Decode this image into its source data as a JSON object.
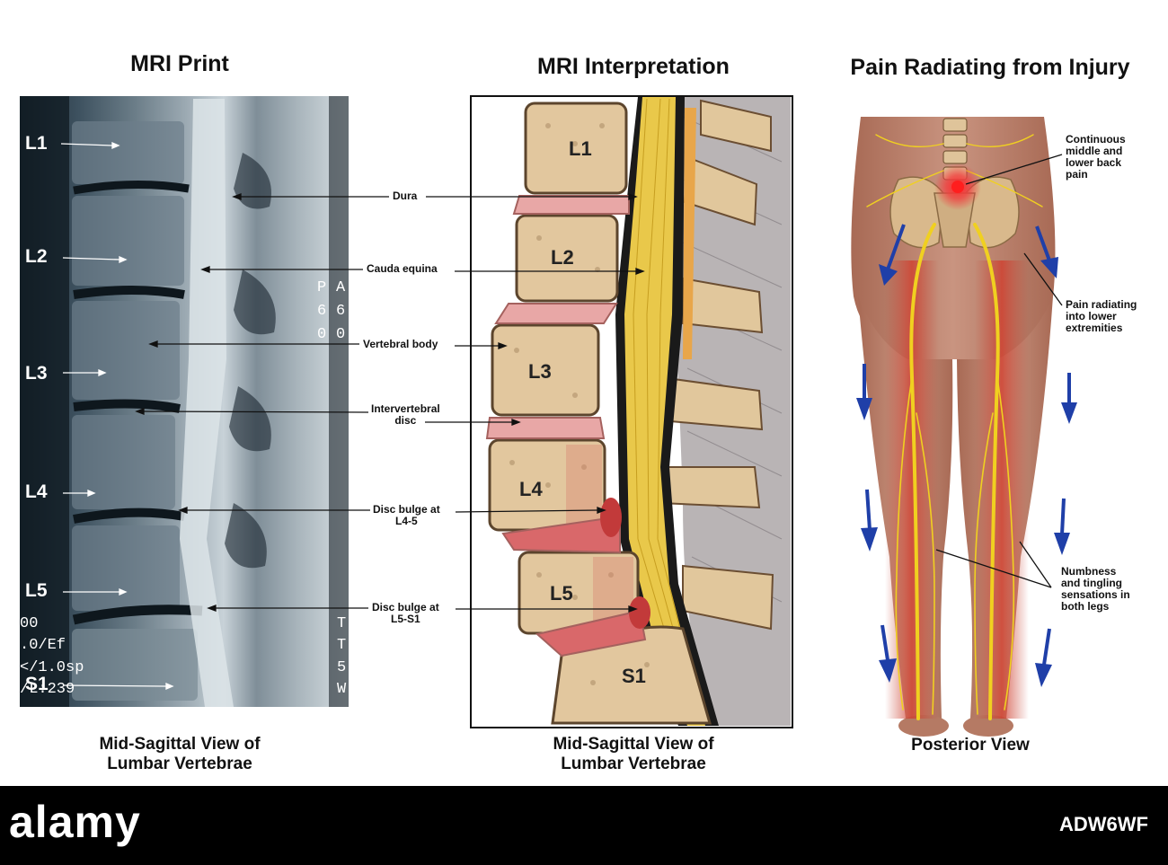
{
  "panels": {
    "mri": {
      "title": "MRI Print",
      "caption_line1": "Mid-Sagittal View of",
      "caption_line2": "Lumbar Vertebrae",
      "levels": [
        "L1",
        "L2",
        "L3",
        "L4",
        "L5",
        "S1"
      ],
      "scanner_text": {
        "right_col1": [
          "P",
          "6",
          "0"
        ],
        "right_col2": [
          "A",
          "6",
          "0"
        ],
        "bottom_left": [
          "00",
          ".0/Ef",
          "</1.0sp",
          "/L:239"
        ],
        "bottom_right": [
          "T",
          "T",
          "5",
          "W"
        ]
      }
    },
    "interpretation": {
      "title": "MRI Interpretation",
      "caption_line1": "Mid-Sagittal View of",
      "caption_line2": "Lumbar Vertebrae",
      "levels": [
        "L1",
        "L2",
        "L3",
        "L4",
        "L5",
        "S1"
      ]
    },
    "pain": {
      "title": "Pain Radiating from Injury",
      "caption": "Posterior View",
      "labels": {
        "back_pain": [
          "Continuous",
          "middle and",
          "lower back",
          "pain"
        ],
        "radiating": [
          "Pain radiating",
          "into lower",
          "extremities"
        ],
        "numbness": [
          "Numbness",
          "and tingling",
          "sensations in",
          "both legs"
        ]
      }
    }
  },
  "callouts": {
    "dura": "Dura",
    "cauda_equina": "Cauda equina",
    "vertebral_body": "Vertebral body",
    "intervertebral_disc_1": "Intervertebral",
    "intervertebral_disc_2": "disc",
    "disc_bulge_l45_1": "Disc bulge at",
    "disc_bulge_l45_2": "L4-5",
    "disc_bulge_l5s1_1": "Disc bulge at",
    "disc_bulge_l5s1_2": "L5-S1"
  },
  "footer": {
    "watermark": "alamy",
    "image_id": "ADW6WF"
  },
  "colors": {
    "mri_dark": "#15202a",
    "mri_light": "#b8c4cc",
    "bone": "#e2c79e",
    "disc": "#e8a7a6",
    "nerve": "#e6c23c",
    "skin": "#b9806a",
    "arrow_blue": "#1f3fa8",
    "pain_red": "#e02a2a"
  }
}
